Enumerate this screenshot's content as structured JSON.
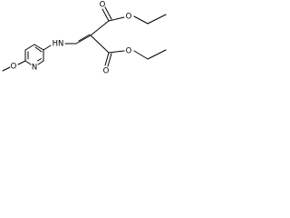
{
  "molecule": {
    "atoms": {
      "methoxy_oxygen": "O",
      "pyridine_nitrogen": "N",
      "amine": "HN",
      "ester_upper_oxygen_carbonyl": "O",
      "ester_upper_oxygen_alkoxy": "O",
      "ester_lower_oxygen_carbonyl": "O",
      "ester_lower_oxygen_alkoxy": "O"
    },
    "colors": {
      "ink": "#000000",
      "background": "#ffffff"
    }
  }
}
